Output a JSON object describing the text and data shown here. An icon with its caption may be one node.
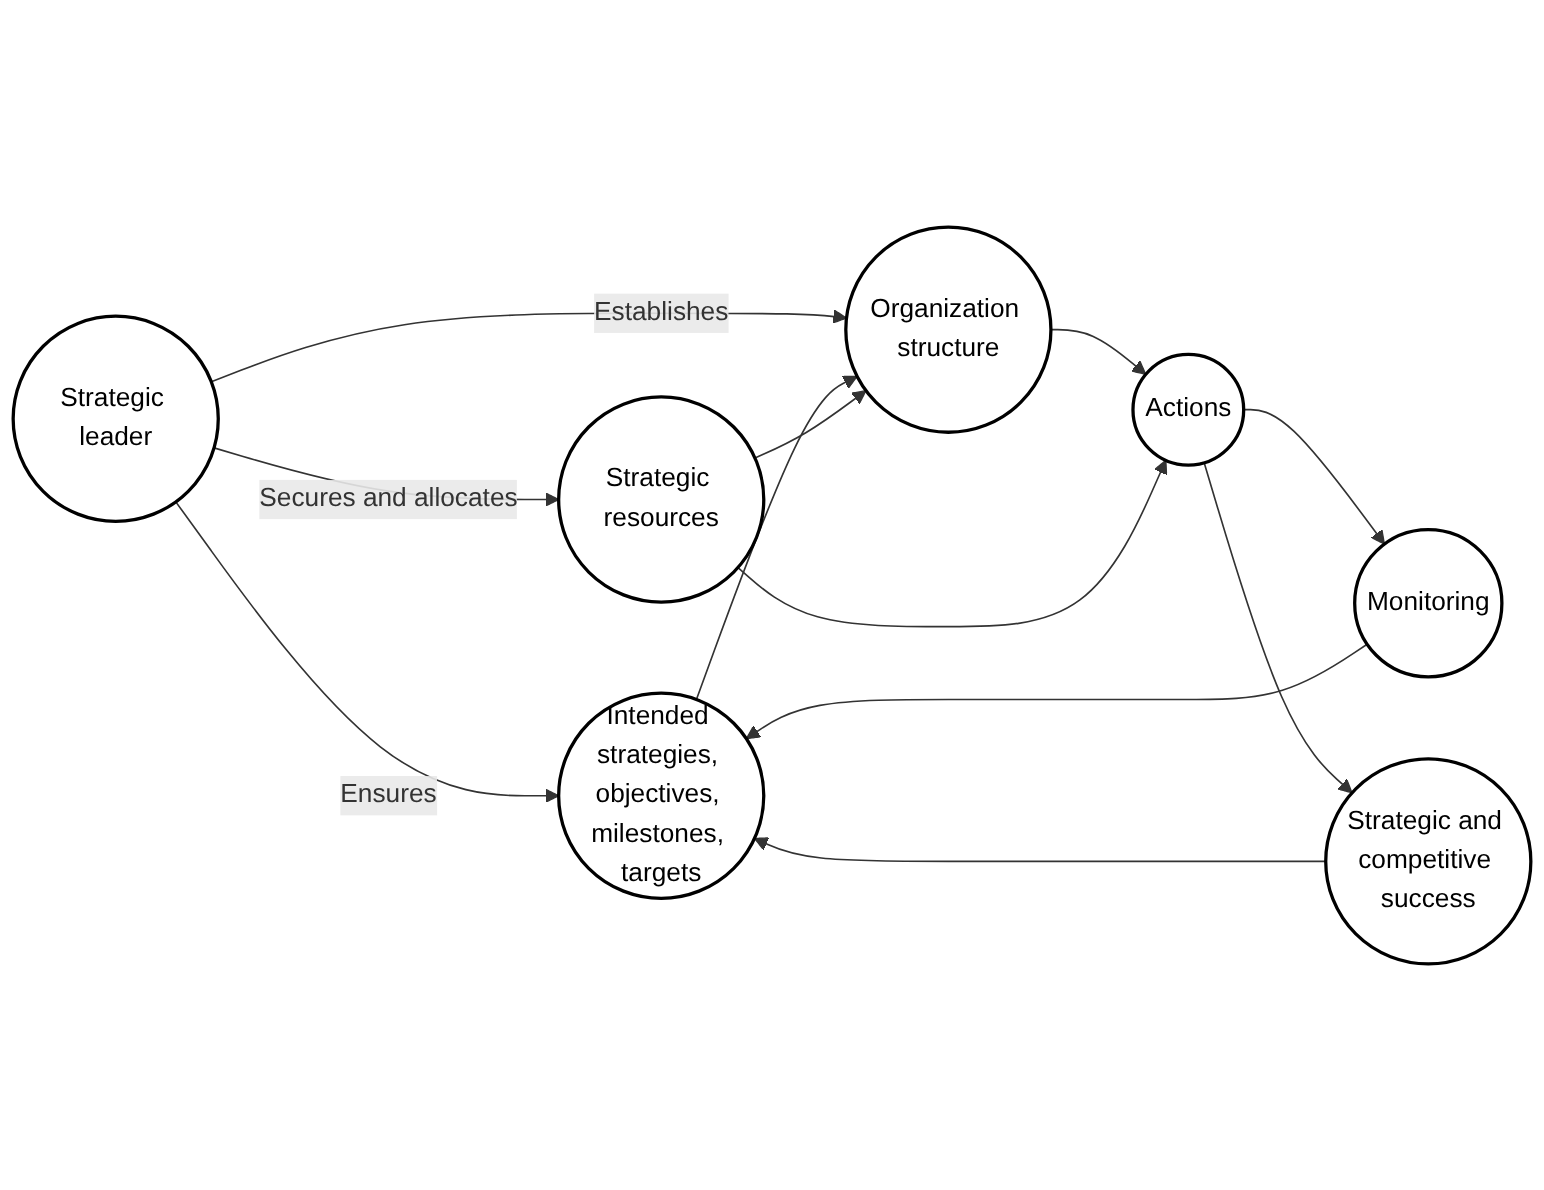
{
  "diagram": {
    "nodes": [
      {
        "text": [
          "Strategic leader"
        ]
      },
      {
        "text": [
          "Intended strategies, objectives, milestones, targets"
        ]
      },
      {
        "text": [
          "Organization structure"
        ]
      },
      {
        "text": [
          "Strategic resources"
        ]
      },
      {
        "text": [
          "Actions"
        ]
      },
      {
        "text": [
          "Monitoring"
        ]
      },
      {
        "text": [
          "Strategic and competitive success"
        ]
      }
    ],
    "edges": [
      {
        "from": 0,
        "to": 1,
        "arrow": "to",
        "label": "Ensures"
      },
      {
        "from": 0,
        "to": 2,
        "arrow": "to",
        "label": "Establishes"
      },
      {
        "from": 0,
        "to": 3,
        "arrow": "to",
        "label": "Secures and allocates"
      },
      {
        "from": 1,
        "to": 2,
        "arrow": "to"
      },
      {
        "from": 3,
        "to": 2,
        "arrow": "to"
      },
      {
        "from": 2,
        "to": 4,
        "arrow": "to"
      },
      {
        "from": 3,
        "to": 4,
        "arrow": "to"
      },
      {
        "from": 4,
        "to": 5,
        "arrow": "to"
      },
      {
        "from": 5,
        "to": 1,
        "arrow": "to"
      },
      {
        "from": 4,
        "to": 6,
        "arrow": "to"
      },
      {
        "from": 6,
        "to": 1,
        "arrow": "to"
      }
    ]
  }
}
